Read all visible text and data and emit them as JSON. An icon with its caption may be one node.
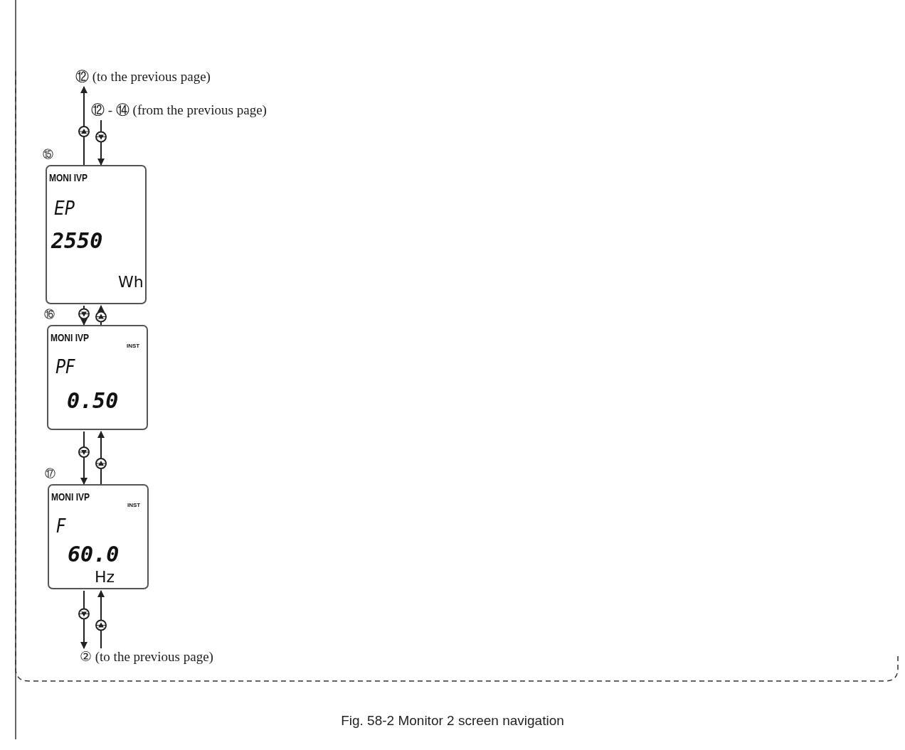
{
  "diagram": {
    "caption": "Fig. 58-2 Monitor 2 screen navigation",
    "nodes": [
      {
        "text": [
          "⑫ (to the previous page)"
        ]
      },
      {
        "text": [
          "⑫ - ⑭ (from the previous page)"
        ]
      },
      {
        "text": [
          "MONI IVP",
          "EP",
          "2550",
          "Wh"
        ],
        "beside": [
          "⑮"
        ]
      },
      {
        "text": [
          "MONI IVP",
          "INST",
          "PF",
          "0.50"
        ],
        "beside": [
          "⑯"
        ]
      },
      {
        "text": [
          "MONI IVP",
          "INST",
          "F",
          "60.0",
          "Hz"
        ],
        "beside": [
          "⑰"
        ]
      },
      {
        "text": [
          "② (to the previous page)"
        ]
      }
    ],
    "edges": [
      {
        "from": 2,
        "to": 0,
        "arrow": "to"
      },
      {
        "from": 1,
        "to": 2,
        "arrow": "to"
      },
      {
        "from": 2,
        "to": 3,
        "arrow": "to"
      },
      {
        "from": 3,
        "to": 2,
        "arrow": "to"
      },
      {
        "from": 3,
        "to": 4,
        "arrow": "to"
      },
      {
        "from": 4,
        "to": 3,
        "arrow": "to"
      },
      {
        "from": 4,
        "to": 5,
        "arrow": "to"
      },
      {
        "from": 5,
        "to": 4,
        "arrow": "to"
      }
    ]
  }
}
